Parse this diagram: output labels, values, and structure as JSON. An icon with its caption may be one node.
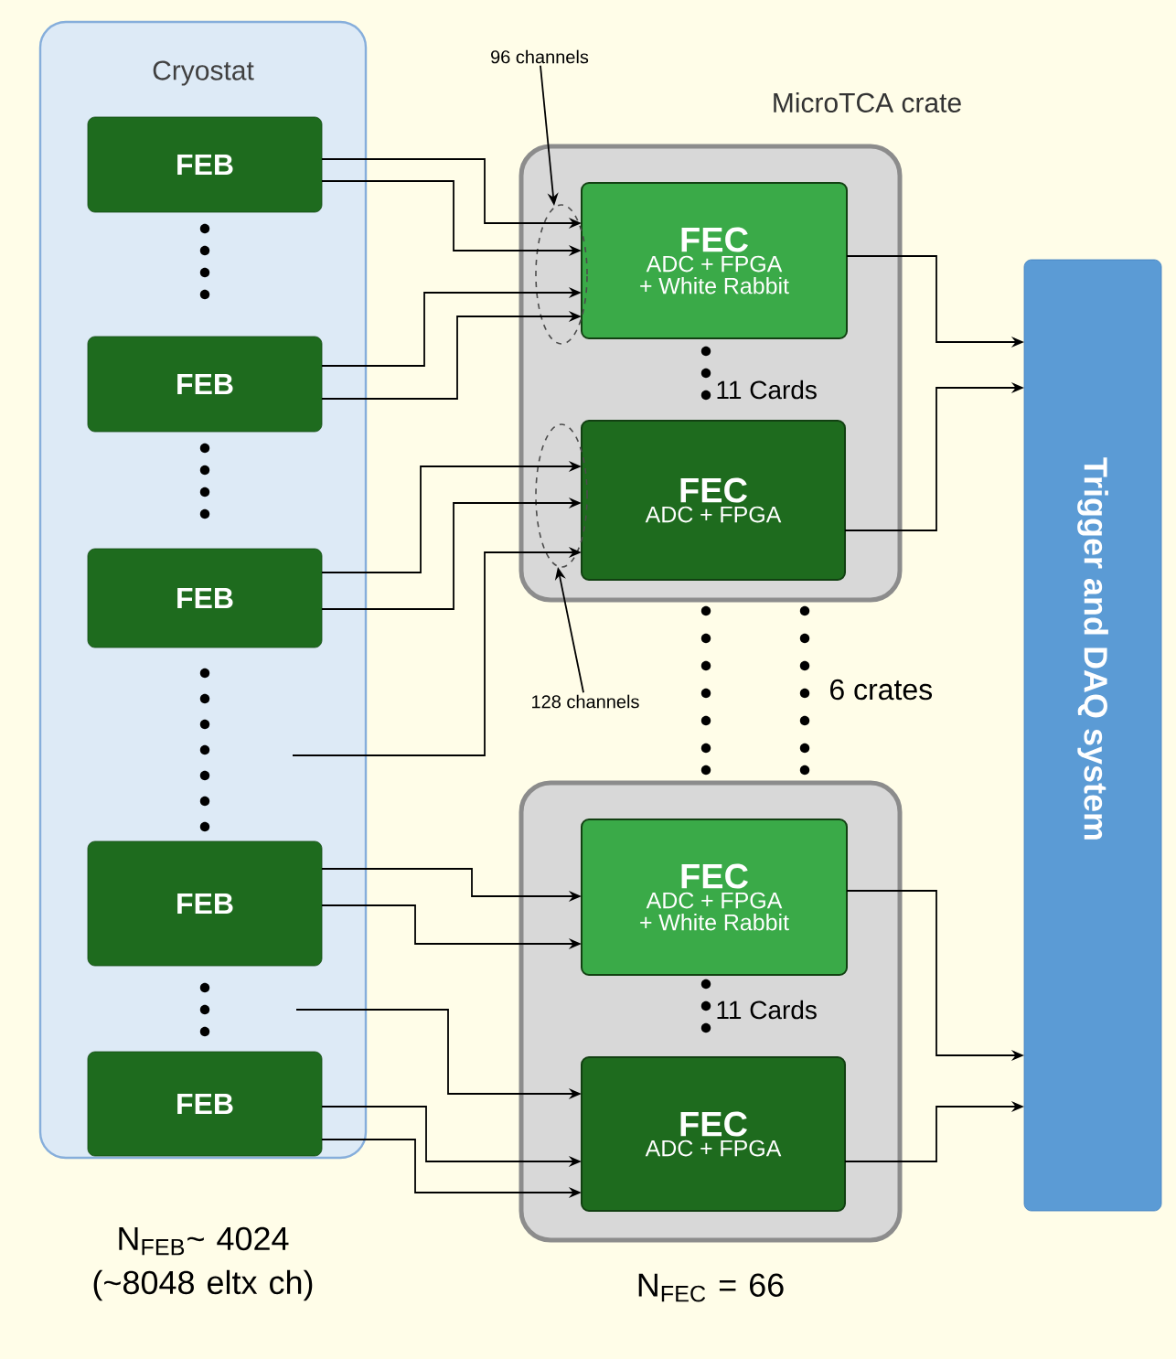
{
  "diagram": {
    "nodes": [
      {
        "text": [
          "Cryostat"
        ],
        "beside": [
          "N$_{FEB}$~ 4024 (~8048 eltx ch)"
        ]
      },
      {
        "text": [
          "FEB"
        ],
        "in": 0
      },
      {
        "text": [
          "FEB"
        ],
        "in": 0
      },
      {
        "text": [
          "FEB"
        ],
        "in": 0
      },
      {
        "text": [
          "FEB"
        ],
        "in": 0
      },
      {
        "text": [
          "FEB"
        ],
        "in": 0
      },
      {
        "text": [
          "MicroTCA crate"
        ]
      },
      {
        "text": [
          "FEC",
          "ADC + FPGA + White Rabbit"
        ],
        "in": 6
      },
      {
        "text": [
          "FEC",
          "ADC + FPGA"
        ],
        "in": 6
      },
      {
        "text": [],
        "shape": "box",
        "beside": [
          "N$_{FEC}$ = 66"
        ]
      },
      {
        "text": [
          "FEC",
          "ADC + FPGA + White Rabbit"
        ],
        "in": 9
      },
      {
        "text": [
          "FEC",
          "ADC + FPGA"
        ],
        "in": 9
      },
      {
        "text": [
          "Trigger and DAQ system"
        ]
      },
      {
        "text": [
          "96 channels"
        ]
      },
      {
        "text": [
          "128 channels"
        ]
      }
    ],
    "edges": [
      {
        "from": 1,
        "to": 7,
        "arrow": "to"
      },
      {
        "from": 1,
        "to": 7,
        "arrow": "to"
      },
      {
        "from": 2,
        "to": 7,
        "arrow": "to"
      },
      {
        "from": 2,
        "to": 7,
        "arrow": "to"
      },
      {
        "from": 3,
        "to": 8,
        "arrow": "to"
      },
      {
        "from": 3,
        "to": 8,
        "arrow": "to"
      },
      {
        "from": null,
        "to": 8,
        "arrow": "to"
      },
      {
        "from": 4,
        "to": 10,
        "arrow": "to"
      },
      {
        "from": 4,
        "to": 10,
        "arrow": "to"
      },
      {
        "from": null,
        "to": 11,
        "arrow": "to"
      },
      {
        "from": 5,
        "to": 11,
        "arrow": "to"
      },
      {
        "from": 5,
        "to": 11,
        "arrow": "to"
      },
      {
        "from": 7,
        "to": 12,
        "arrow": "to"
      },
      {
        "from": 8,
        "to": 12,
        "arrow": "to"
      },
      {
        "from": 10,
        "to": 12,
        "arrow": "to"
      },
      {
        "from": 11,
        "to": 12,
        "arrow": "to"
      },
      {
        "from": 13,
        "to": 7,
        "arrow": "to"
      },
      {
        "from": 14,
        "to": 8,
        "arrow": "to"
      }
    ],
    "labels": [
      "11 Cards",
      "6 crates",
      "11 Cards"
    ]
  }
}
